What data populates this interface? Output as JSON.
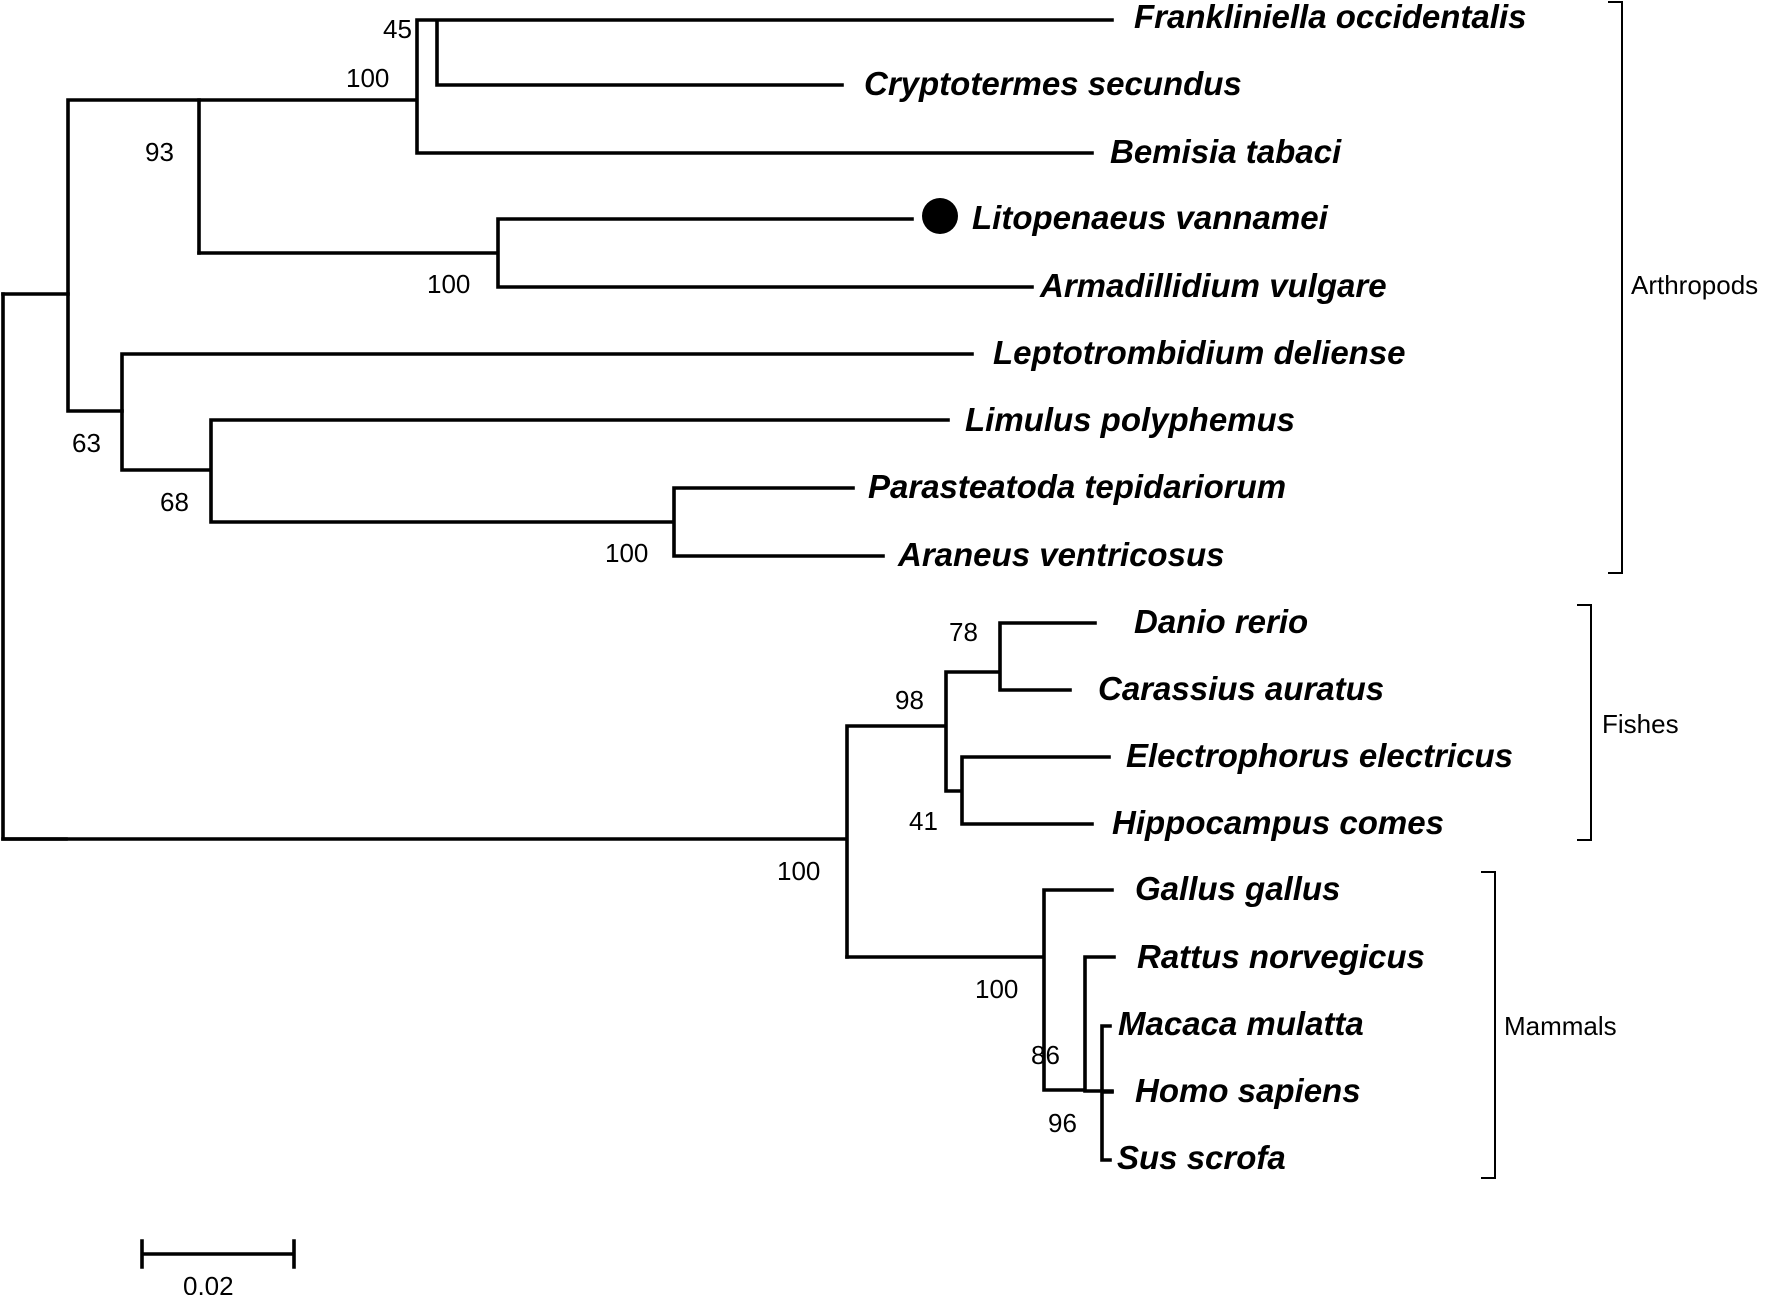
{
  "taxa": [
    {
      "id": "t1",
      "name": "Frankliniella occidentalis"
    },
    {
      "id": "t2",
      "name": "Cryptotermes secundus"
    },
    {
      "id": "t3",
      "name": "Bemisia tabaci"
    },
    {
      "id": "t4",
      "name": "Litopenaeus vannamei",
      "marked": true
    },
    {
      "id": "t5",
      "name": "Armadillidium vulgare"
    },
    {
      "id": "t6",
      "name": "Leptotrombidium deliense"
    },
    {
      "id": "t7",
      "name": "Limulus polyphemus"
    },
    {
      "id": "t8",
      "name": "Parasteatoda tepidariorum"
    },
    {
      "id": "t9",
      "name": "Araneus ventricosus"
    },
    {
      "id": "t10",
      "name": "Danio rerio"
    },
    {
      "id": "t11",
      "name": "Carassius auratus"
    },
    {
      "id": "t12",
      "name": "Electrophorus electricus"
    },
    {
      "id": "t13",
      "name": "Hippocampus comes"
    },
    {
      "id": "t14",
      "name": "Gallus gallus"
    },
    {
      "id": "t15",
      "name": "Rattus norvegicus"
    },
    {
      "id": "t16",
      "name": "Macaca mulatta"
    },
    {
      "id": "t17",
      "name": "Homo sapiens"
    },
    {
      "id": "t18",
      "name": "Sus scrofa"
    }
  ],
  "support_values": [
    {
      "id": "s_45",
      "value": "45"
    },
    {
      "id": "s_100a",
      "value": "100"
    },
    {
      "id": "s_93",
      "value": "93"
    },
    {
      "id": "s_100b",
      "value": "100"
    },
    {
      "id": "s_63",
      "value": "63"
    },
    {
      "id": "s_68",
      "value": "68"
    },
    {
      "id": "s_100c",
      "value": "100"
    },
    {
      "id": "s_78",
      "value": "78"
    },
    {
      "id": "s_98",
      "value": "98"
    },
    {
      "id": "s_41",
      "value": "41"
    },
    {
      "id": "s_100d",
      "value": "100"
    },
    {
      "id": "s_100e",
      "value": "100"
    },
    {
      "id": "s_86",
      "value": "86"
    },
    {
      "id": "s_96",
      "value": "96"
    }
  ],
  "groups": [
    {
      "id": "g_arthropods",
      "label": "Arthropods"
    },
    {
      "id": "g_fishes",
      "label": "Fishes"
    },
    {
      "id": "g_mammals",
      "label": "Mammals"
    }
  ],
  "scale_bar": {
    "value": 0.02,
    "label": "0.02"
  }
}
